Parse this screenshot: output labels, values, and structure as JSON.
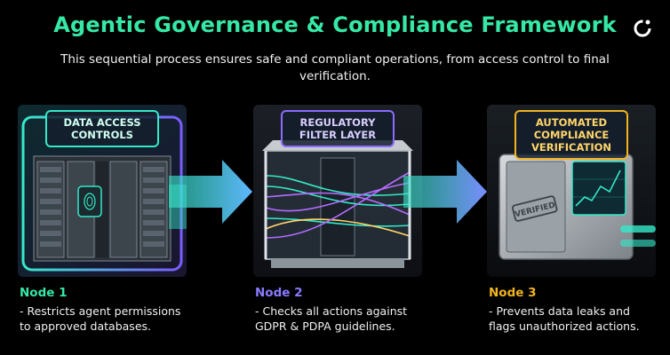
{
  "header": {
    "title": "Agentic Governance & Compliance Framework",
    "subtitle": "This sequential process ensures safe and compliant operations, from access control to final verification."
  },
  "icons": {
    "logo": "brand-logo-icon",
    "arrow": "flow-arrow-icon"
  },
  "colors": {
    "node1": "#35e8a6",
    "node2": "#8a7cff",
    "node3": "#f2b321",
    "background": "#000000"
  },
  "nodes": [
    {
      "title": "Node 1",
      "tag": "DATA ACCESS\nCONTROLS",
      "description": "- Restricts agent permissions\n  to approved databases."
    },
    {
      "title": "Node 2",
      "tag": "REGULATORY\nFILTER LAYER",
      "description": "- Checks all actions against\n  GDPR & PDPA guidelines."
    },
    {
      "title": "Node 3",
      "tag": "AUTOMATED\nCOMPLIANCE\nVERIFICATION",
      "description": "- Prevents data leaks and\n  flags unauthorized actions.",
      "stamp": "VERIFIED"
    }
  ]
}
